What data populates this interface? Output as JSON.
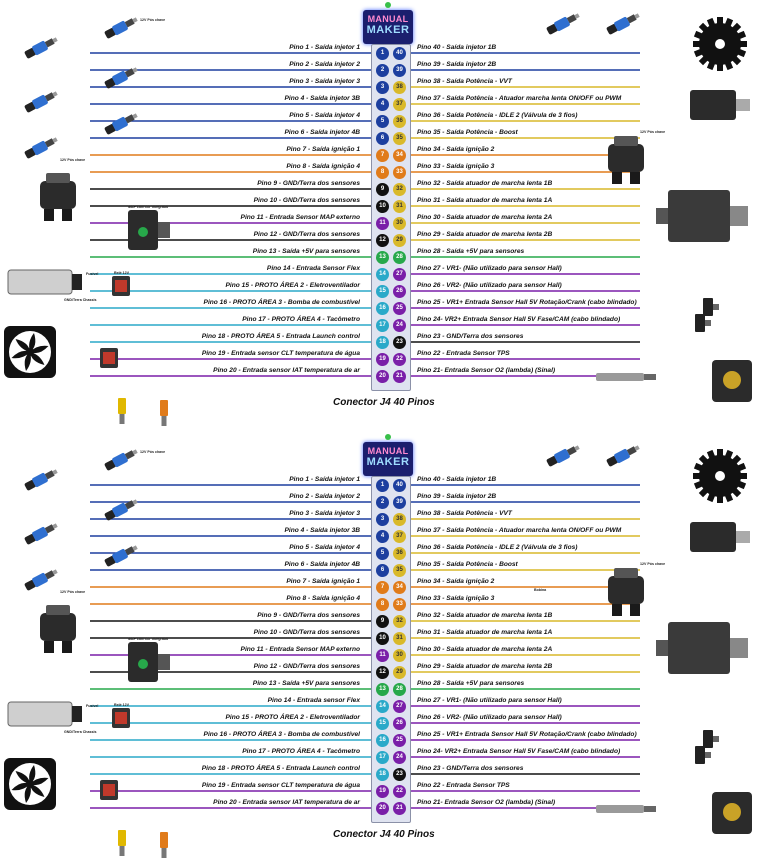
{
  "logo": {
    "line1": "MANUAL",
    "line2": "MAKER"
  },
  "panels": [
    {
      "caption": "Conector J4 40 Pinos",
      "left_pins": [
        {
          "num": "1",
          "label": "Pino 1 - Saída injetor 1",
          "color": "#1d3f9f"
        },
        {
          "num": "2",
          "label": "Pino 2 - Saída injetor 2",
          "color": "#1d3f9f"
        },
        {
          "num": "3",
          "label": "Pino 3 - Saída injetor 3",
          "color": "#1d3f9f"
        },
        {
          "num": "4",
          "label": "Pino 4 - Saída injetor 3B",
          "color": "#1d3f9f"
        },
        {
          "num": "5",
          "label": "Pino 5 - Saída injetor 4",
          "color": "#1d3f9f"
        },
        {
          "num": "6",
          "label": "Pino 6 - Saída injetor 4B",
          "color": "#1d3f9f"
        },
        {
          "num": "7",
          "label": "Pino 7 - Saída ignição 1",
          "color": "#e07b1a"
        },
        {
          "num": "8",
          "label": "Pino 8 - Saída ignição 4",
          "color": "#e07b1a"
        },
        {
          "num": "9",
          "label": "Pino 9 - GND/Terra dos sensores",
          "color": "#111111"
        },
        {
          "num": "10",
          "label": "Pino 10 - GND/Terra dos sensores",
          "color": "#111111"
        },
        {
          "num": "11",
          "label": "Pino 11 - Entrada Sensor MAP externo",
          "color": "#7a1fa8"
        },
        {
          "num": "12",
          "label": "Pino 12 - GND/Terra dos sensores",
          "color": "#111111"
        },
        {
          "num": "13",
          "label": "Pino 13 - Saída +5V para sensores",
          "color": "#27a84a"
        },
        {
          "num": "14",
          "label": "Pino 14 - Entrada Sensor Flex",
          "color": "#2aa9c9"
        },
        {
          "num": "15",
          "label": "Pino 15 - PROTO ÁREA 2 - Eletroventilador",
          "color": "#2aa9c9"
        },
        {
          "num": "16",
          "label": "Pino 16 - PROTO ÁREA 3 - Bomba de combustível",
          "color": "#2aa9c9"
        },
        {
          "num": "17",
          "label": "Pino 17 - PROTO ÁREA 4 - Tacômetro",
          "color": "#2aa9c9"
        },
        {
          "num": "18",
          "label": "Pino 18 - PROTO ÁREA 5 - Entrada Launch control",
          "color": "#2aa9c9"
        },
        {
          "num": "19",
          "label": "Pino 19 - Entrada sensor CLT temperatura de água",
          "color": "#7a1fa8"
        },
        {
          "num": "20",
          "label": "Pino 20 - Entrada sensor IAT temperatura de ar",
          "color": "#7a1fa8"
        }
      ],
      "right_pins": [
        {
          "num": "40",
          "label": "Pino 40 - Saída injetor 1B",
          "color": "#1d3f9f"
        },
        {
          "num": "39",
          "label": "Pino 39 - Saída injetor 2B",
          "color": "#1d3f9f"
        },
        {
          "num": "38",
          "label": "Pino 38 - Saída Potência - VVT",
          "color": "#d9b92a"
        },
        {
          "num": "37",
          "label": "Pino 37 - Saída Potência - Atuador marcha lenta ON/OFF ou PWM",
          "color": "#d9b92a"
        },
        {
          "num": "36",
          "label": "Pino 36 - Saída Potência - IDLE 2 (Válvula de 3 fios)",
          "color": "#d9b92a"
        },
        {
          "num": "35",
          "label": "Pino 35 - Saída Potência - Boost",
          "color": "#d9b92a"
        },
        {
          "num": "34",
          "label": "Pino 34 - Saída ignição 2",
          "color": "#e07b1a"
        },
        {
          "num": "33",
          "label": "Pino 33 - Saída ignição 3",
          "color": "#e07b1a"
        },
        {
          "num": "32",
          "label": "Pino 32 - Saída atuador de marcha lenta 1B",
          "color": "#d9b92a"
        },
        {
          "num": "31",
          "label": "Pino 31 - Saída atuador de marcha lenta 1A",
          "color": "#d9b92a"
        },
        {
          "num": "30",
          "label": "Pino 30 - Saída atuador de marcha lenta 2A",
          "color": "#d9b92a"
        },
        {
          "num": "29",
          "label": "Pino 29 - Saída atuador de marcha lenta 2B",
          "color": "#d9b92a"
        },
        {
          "num": "28",
          "label": "Pino 28 - Saída +5V para sensores",
          "color": "#27a84a"
        },
        {
          "num": "27",
          "label": "Pino 27 - VR1- (Não utilizado para sensor Hall)",
          "color": "#7a1fa8"
        },
        {
          "num": "26",
          "label": "Pino 26 - VR2- (Não utilizado para sensor Hall)",
          "color": "#7a1fa8"
        },
        {
          "num": "25",
          "label": "Pino 25 - VR1+ Entrada Sensor Hall 5V Rotação/Crank (cabo blindado)",
          "color": "#7a1fa8"
        },
        {
          "num": "24",
          "label": "Pino 24- VR2+ Entrada Sensor Hall 5V Fase/CAM (cabo blindado)",
          "color": "#7a1fa8"
        },
        {
          "num": "23",
          "label": "Pino 23 - GND/Terra dos sensores",
          "color": "#111111"
        },
        {
          "num": "22",
          "label": "Pino 22 - Entrada Sensor TPS",
          "color": "#7a1fa8"
        },
        {
          "num": "21",
          "label": "Pino 21- Entrada Sensor O2 (lambda) (Sinal)",
          "color": "#7a1fa8"
        }
      ],
      "notes": {
        "injector": "12V Pós chave",
        "coil": "12V Pós chave",
        "map": "MAP com IAT Integrado",
        "relay": "Relé 12V",
        "fuse": "Fusível",
        "pump_gnd": "GND/Terra Chassis",
        "ign34": ""
      }
    },
    {
      "caption": "Conector J4 40 Pinos",
      "left_pins": [
        {
          "num": "1",
          "label": "Pino 1 - Saída injetor 1",
          "color": "#1d3f9f"
        },
        {
          "num": "2",
          "label": "Pino 2 - Saída injetor 2",
          "color": "#1d3f9f"
        },
        {
          "num": "3",
          "label": "Pino 3 - Saída injetor 3",
          "color": "#1d3f9f"
        },
        {
          "num": "4",
          "label": "Pino 4 - Saída injetor 3B",
          "color": "#1d3f9f"
        },
        {
          "num": "5",
          "label": "Pino 5 - Saída injetor 4",
          "color": "#1d3f9f"
        },
        {
          "num": "6",
          "label": "Pino 6 - Saída injetor 4B",
          "color": "#1d3f9f"
        },
        {
          "num": "7",
          "label": "Pino 7 - Saída ignição 1",
          "color": "#e07b1a"
        },
        {
          "num": "8",
          "label": "Pino 8 - Saída ignição 4",
          "color": "#e07b1a"
        },
        {
          "num": "9",
          "label": "Pino 9 - GND/Terra dos sensores",
          "color": "#111111"
        },
        {
          "num": "10",
          "label": "Pino 10 - GND/Terra dos sensores",
          "color": "#111111"
        },
        {
          "num": "11",
          "label": "Pino 11 - Entrada Sensor MAP externo",
          "color": "#7a1fa8"
        },
        {
          "num": "12",
          "label": "Pino 12 - GND/Terra dos sensores",
          "color": "#111111"
        },
        {
          "num": "13",
          "label": "Pino 13 - Saída +5V para sensores",
          "color": "#27a84a"
        },
        {
          "num": "14",
          "label": "Pino 14 - Entrada sensor Flex",
          "color": "#2aa9c9"
        },
        {
          "num": "15",
          "label": "Pino 15 - PROTO ÁREA 2 - Eletroventilador",
          "color": "#2aa9c9"
        },
        {
          "num": "16",
          "label": "Pino 16 - PROTO ÁREA 3 - Bomba de combustível",
          "color": "#2aa9c9"
        },
        {
          "num": "17",
          "label": "Pino 17 - PROTO ÁREA 4 - Tacômetro",
          "color": "#2aa9c9"
        },
        {
          "num": "18",
          "label": "Pino 18 - PROTO ÁREA 5 - Entrada Launch control",
          "color": "#2aa9c9"
        },
        {
          "num": "19",
          "label": "Pino 19 - Entrada sensor CLT temperatura de água",
          "color": "#7a1fa8"
        },
        {
          "num": "20",
          "label": "Pino 20 - Entrada sensor IAT temperatura de ar",
          "color": "#7a1fa8"
        }
      ],
      "right_pins": [
        {
          "num": "40",
          "label": "Pino 40 - Saída injetor 1B",
          "color": "#1d3f9f"
        },
        {
          "num": "39",
          "label": "Pino 39 - Saída injetor 2B",
          "color": "#1d3f9f"
        },
        {
          "num": "38",
          "label": "Pino 38 - Saída Potência - VVT",
          "color": "#d9b92a"
        },
        {
          "num": "37",
          "label": "Pino 37 - Saída Potência - Atuador marcha lenta ON/OFF ou PWM",
          "color": "#d9b92a"
        },
        {
          "num": "36",
          "label": "Pino 36 - Saída Potência - IDLE 2 (Válvula de 3 fios)",
          "color": "#d9b92a"
        },
        {
          "num": "35",
          "label": "Pino 35 - Saída Potência - Boost",
          "color": "#d9b92a"
        },
        {
          "num": "34",
          "label": "Pino 34 - Saída ignição 2",
          "color": "#e07b1a"
        },
        {
          "num": "33",
          "label": "Pino 33 - Saída ignição 3",
          "color": "#e07b1a"
        },
        {
          "num": "32",
          "label": "Pino 32 - Saída atuador de marcha lenta 1B",
          "color": "#d9b92a"
        },
        {
          "num": "31",
          "label": "Pino 31 - Saída atuador de marcha lenta 1A",
          "color": "#d9b92a"
        },
        {
          "num": "30",
          "label": "Pino 30 - Saída atuador de marcha lenta 2A",
          "color": "#d9b92a"
        },
        {
          "num": "29",
          "label": "Pino 29 - Saída atuador de marcha lenta 2B",
          "color": "#d9b92a"
        },
        {
          "num": "28",
          "label": "Pino 28 - Saída +5V para sensores",
          "color": "#27a84a"
        },
        {
          "num": "27",
          "label": "Pino 27 - VR1- (Não utilizado para sensor Hall)",
          "color": "#7a1fa8"
        },
        {
          "num": "26",
          "label": "Pino 26 - VR2- (Não utilizado para sensor Hall)",
          "color": "#7a1fa8"
        },
        {
          "num": "25",
          "label": "Pino 25 - VR1+ Entrada Sensor Hall 5V Rotação/Crank (cabo blindado)",
          "color": "#7a1fa8"
        },
        {
          "num": "24",
          "label": "Pino 24- VR2+ Entrada Sensor Hall 5V Fase/CAM (cabo blindado)",
          "color": "#7a1fa8"
        },
        {
          "num": "23",
          "label": "Pino 23 - GND/Terra dos sensores",
          "color": "#111111"
        },
        {
          "num": "22",
          "label": "Pino 22 - Entrada Sensor TPS",
          "color": "#7a1fa8"
        },
        {
          "num": "21",
          "label": "Pino 21- Entrada Sensor O2 (lambda) (Sinal)",
          "color": "#7a1fa8"
        }
      ],
      "notes": {
        "injector": "12V Pós chave",
        "coil": "12V Pós chave",
        "map": "MAP com IAT Integrado",
        "relay": "Relé 12V",
        "fuse": "Fusível",
        "pump_gnd": "GND/Terra Chassis",
        "ign34": "Bobina"
      }
    }
  ]
}
